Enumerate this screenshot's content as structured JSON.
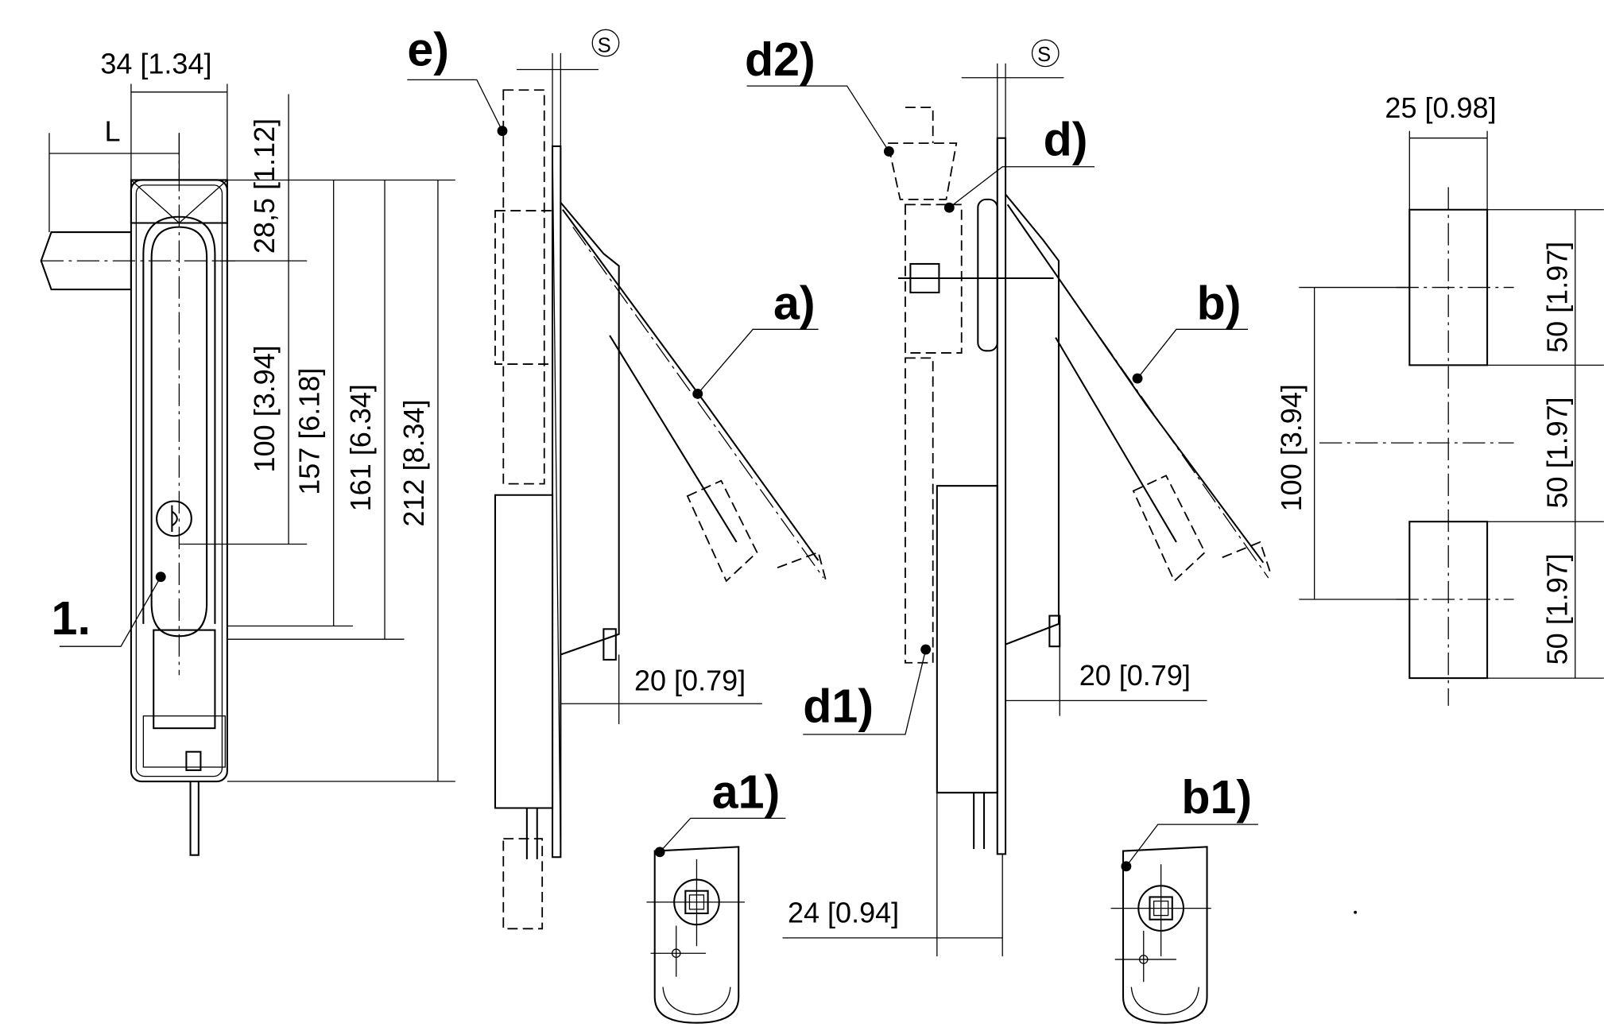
{
  "drawing": {
    "front_view": {
      "width_dim": "34 [1.34]",
      "l_dim": "L",
      "dims_vertical": [
        "28,5 [1.12]",
        "100 [3.94]",
        "157 [6.18]",
        "161 [6.34]",
        "212 [8.34]"
      ],
      "callout": "1."
    },
    "side_views": {
      "e_label": "e)",
      "s_symbol": "S",
      "d2_label": "d2)",
      "d_label": "d)",
      "a_label": "a)",
      "b_label": "b)",
      "d1_label": "d1)",
      "dim_20_left": "20 [0.79]",
      "dim_20_right": "20 [0.79]",
      "dim_24": "24 [0.94]"
    },
    "details": {
      "a1_label": "a1)",
      "b1_label": "b1)"
    },
    "cutout": {
      "width_dim": "25 [0.98]",
      "dims_right": [
        "50 [1.97]",
        "50 [1.97]",
        "50 [1.97]"
      ],
      "dim_left": "100 [3.94]"
    }
  }
}
